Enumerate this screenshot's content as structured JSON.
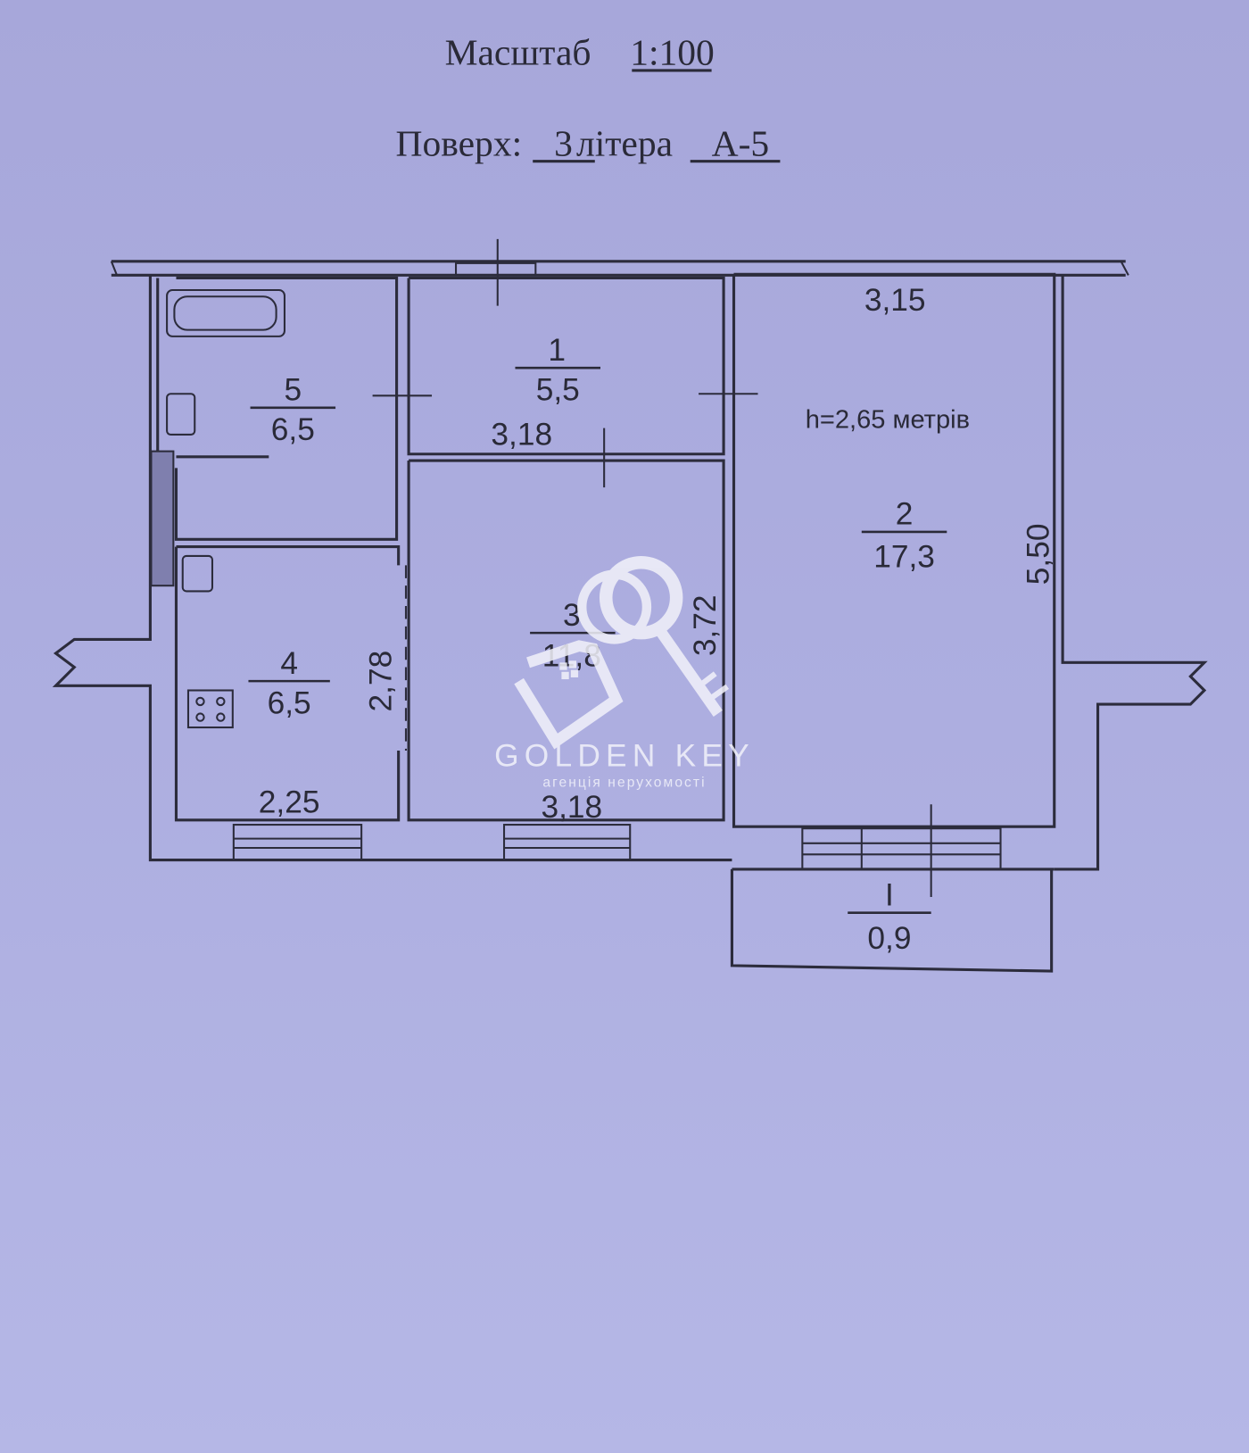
{
  "header": {
    "scale_label": "Масштаб",
    "scale_value": "1:100",
    "floor_label": "Поверх:",
    "floor_value": "3",
    "letter_label": "літера",
    "letter_value": "А-5"
  },
  "rooms": [
    {
      "number": "1",
      "area": "5,5"
    },
    {
      "number": "2",
      "area": "17,3"
    },
    {
      "number": "3",
      "area": "11,8"
    },
    {
      "number": "4",
      "area": "6,5"
    },
    {
      "number": "5",
      "area": "6,5"
    },
    {
      "number": "I",
      "area": "0,9"
    }
  ],
  "dimensions": {
    "room1_width": "3,18",
    "room2_width": "3,15",
    "room2_length": "5,50",
    "room3_length": "3,72",
    "room3_width": "3,18",
    "room4_length": "2,78",
    "room4_width": "2,25"
  },
  "ceiling_height": "h=2,65 метрів",
  "watermark": {
    "brand": "GOLDEN KEY",
    "tagline": "агенція нерухомості"
  }
}
